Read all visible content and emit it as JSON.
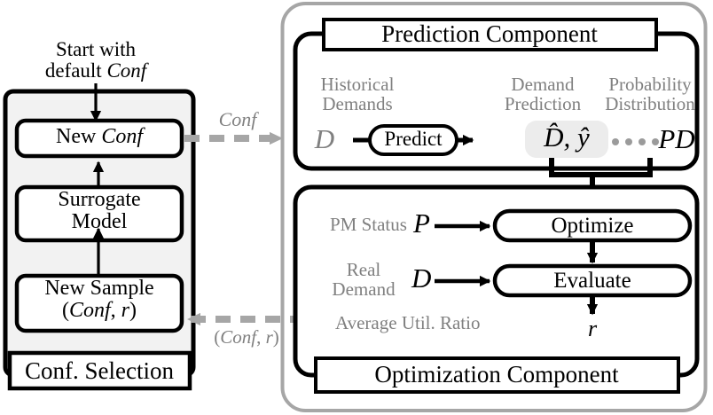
{
  "diagram": {
    "title_top_note": "Start with",
    "title_top_note2": "default Conf",
    "colors": {
      "black": "#000000",
      "gray_text": "#808080",
      "gray_line": "#a6a6a6",
      "panel_fill": "#f2f2f2",
      "highlight_fill": "#ececec",
      "white": "#ffffff"
    }
  },
  "left_panel": {
    "caption": "Conf. Selection",
    "entry_note_line1": "Start with",
    "entry_note_line2": "default Conf",
    "boxes": [
      {
        "id": "new-conf",
        "label_plain": "New ",
        "label_italic": "Conf"
      },
      {
        "id": "surrogate-model",
        "line1": "Surrogate",
        "line2": "Model"
      },
      {
        "id": "new-sample",
        "line1": "New Sample",
        "line2_open": "(",
        "line2_italic1": "Conf",
        "line2_comma": ", ",
        "line2_italic2": "r",
        "line2_close": ")"
      }
    ]
  },
  "connectors": {
    "forward_label": "Conf",
    "return_label_open": "(",
    "return_label_italic1": "Conf",
    "return_label_comma": ", ",
    "return_label_italic2": "r",
    "return_label_close": ")"
  },
  "prediction_component": {
    "title": "Prediction Component",
    "columns": [
      {
        "id": "historical-demands",
        "head_line1": "Historical",
        "head_line2": "Demands",
        "symbol": "D"
      },
      {
        "id": "demand-prediction",
        "head_line1": "Demand",
        "head_line2": "Prediction",
        "symbol": "D̂, ŷ"
      },
      {
        "id": "probability-distribution",
        "head_line1": "Probability",
        "head_line2": "Distribution",
        "symbol": "PD"
      }
    ],
    "predict_button": "Predict",
    "dots": "····"
  },
  "optimization_component": {
    "title": "Optimization Component",
    "rows": [
      {
        "id": "pm-status",
        "label": "PM Status",
        "symbol": "P",
        "action": "Optimize"
      },
      {
        "id": "real-demand",
        "label_line1": "Real",
        "label_line2": "Demand",
        "symbol": "D",
        "action": "Evaluate"
      }
    ],
    "metric_label": "Average Util. Ratio",
    "result_symbol": "r"
  }
}
